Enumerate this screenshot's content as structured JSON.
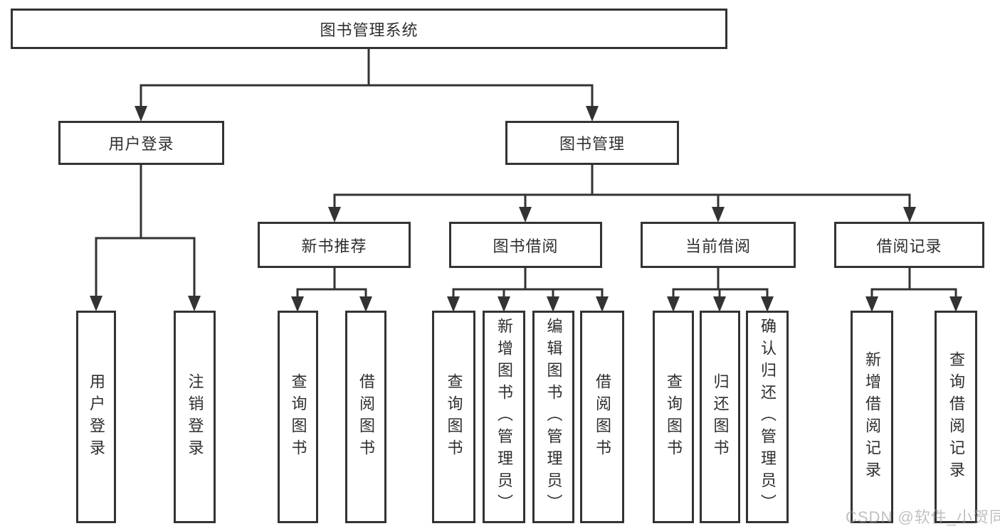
{
  "diagram": {
    "root": {
      "label": "图书管理系统"
    },
    "branches": [
      {
        "label": "用户登录",
        "leaves": [
          "用户登录",
          "注销登录"
        ]
      },
      {
        "label": "图书管理",
        "groups": [
          {
            "label": "新书推荐",
            "leaves": [
              "查询图书",
              "借阅图书"
            ]
          },
          {
            "label": "图书借阅",
            "leaves": [
              "查询图书",
              "新增图书（管理员）",
              "编辑图书（管理员）",
              "借阅图书"
            ]
          },
          {
            "label": "当前借阅",
            "leaves": [
              "查询图书",
              "归还图书",
              "确认归还（管理员）"
            ]
          },
          {
            "label": "借阅记录",
            "leaves": [
              "新增借阅记录",
              "查询借阅记录"
            ]
          }
        ]
      }
    ]
  },
  "watermark": "CSDN @软件_小贺同学",
  "colors": {
    "line": "#333333",
    "box_border": "#333333",
    "text": "#2f2f2f",
    "watermark": "#9a9a9a",
    "background": "#ffffff"
  }
}
